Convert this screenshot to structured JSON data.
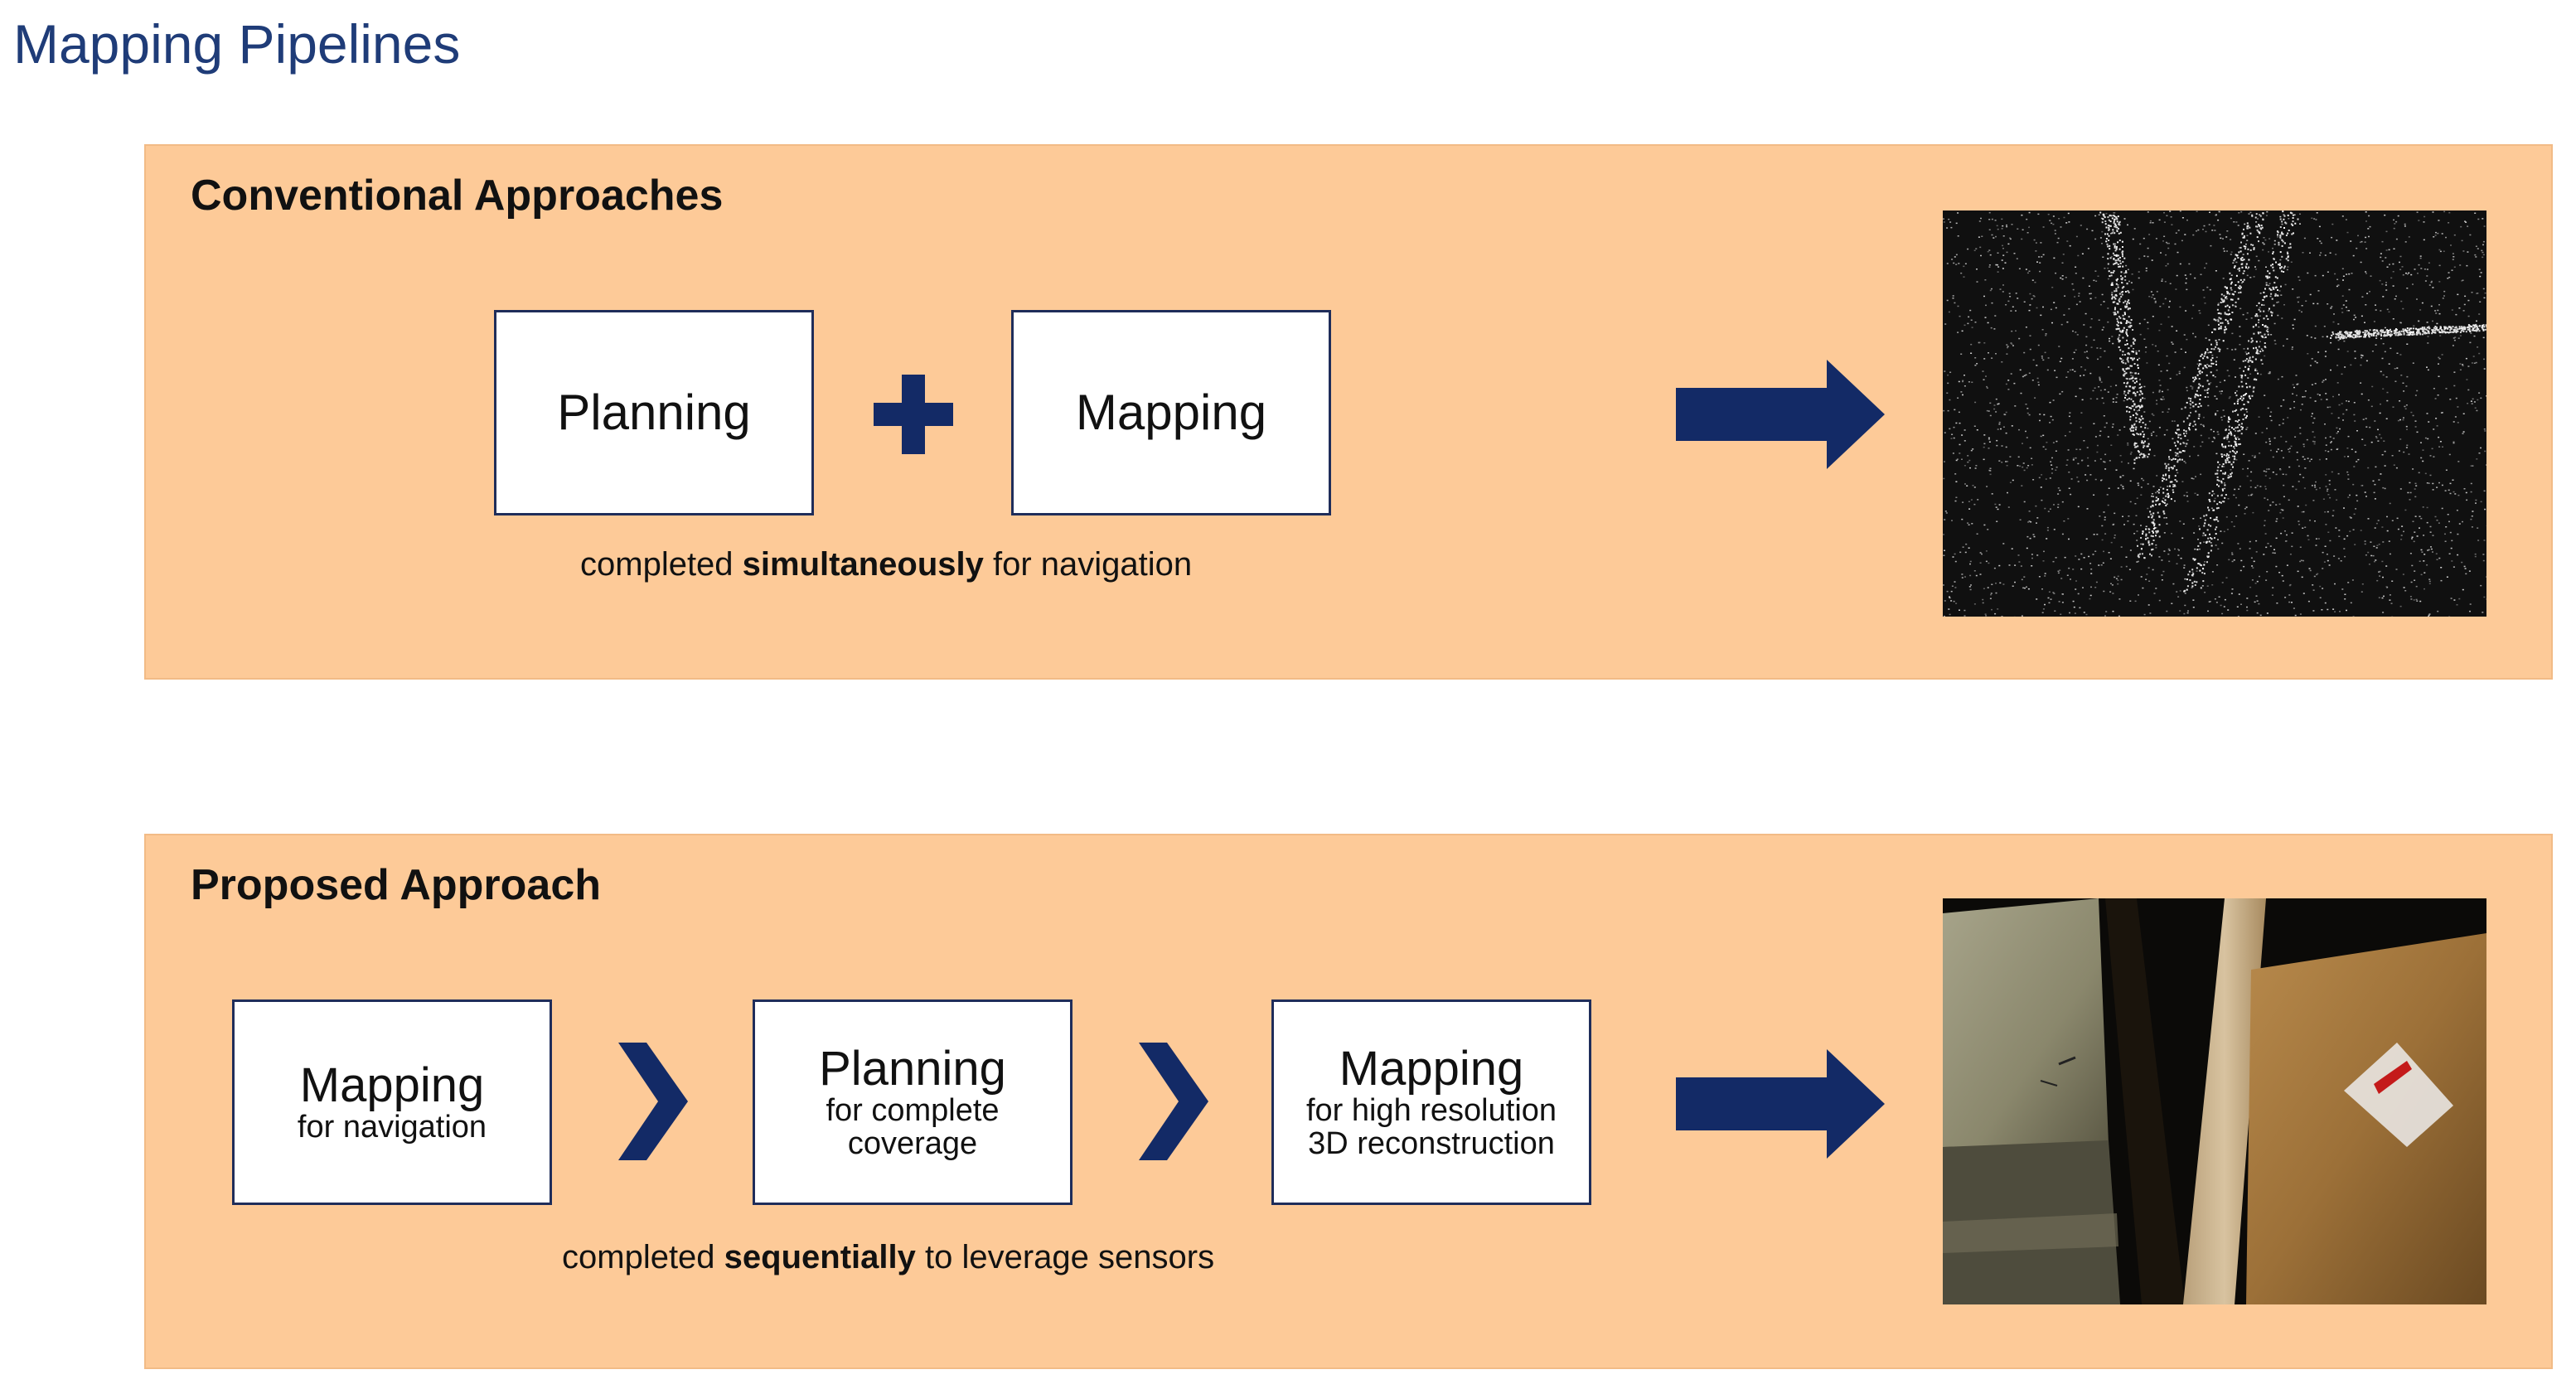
{
  "title": "Mapping Pipelines",
  "conventional": {
    "heading": "Conventional Approaches",
    "box_left": "Planning",
    "box_right": "Mapping",
    "caption_pre": "completed ",
    "caption_bold": "simultaneously",
    "caption_post": " for navigation"
  },
  "proposed": {
    "heading": "Proposed Approach",
    "steps": [
      {
        "title": "Mapping",
        "sub": "for navigation"
      },
      {
        "title": "Planning",
        "sub": "for complete coverage"
      },
      {
        "title": "Mapping",
        "sub": "for high resolution 3D reconstruction"
      }
    ],
    "step_sub_lines": [
      [
        "for navigation"
      ],
      [
        "for complete",
        "coverage"
      ],
      [
        "for high resolution",
        "3D reconstruction"
      ]
    ],
    "caption_pre": "completed ",
    "caption_bold": "sequentially",
    "caption_post": " to leverage sensors"
  },
  "colors": {
    "panel_bg": "#fdca98",
    "title": "#1f3c78",
    "arrow": "#132a66",
    "box_border": "#1f2d5a"
  },
  "icons": [
    "plus-icon",
    "chevron-right-icon",
    "arrow-right-icon"
  ]
}
